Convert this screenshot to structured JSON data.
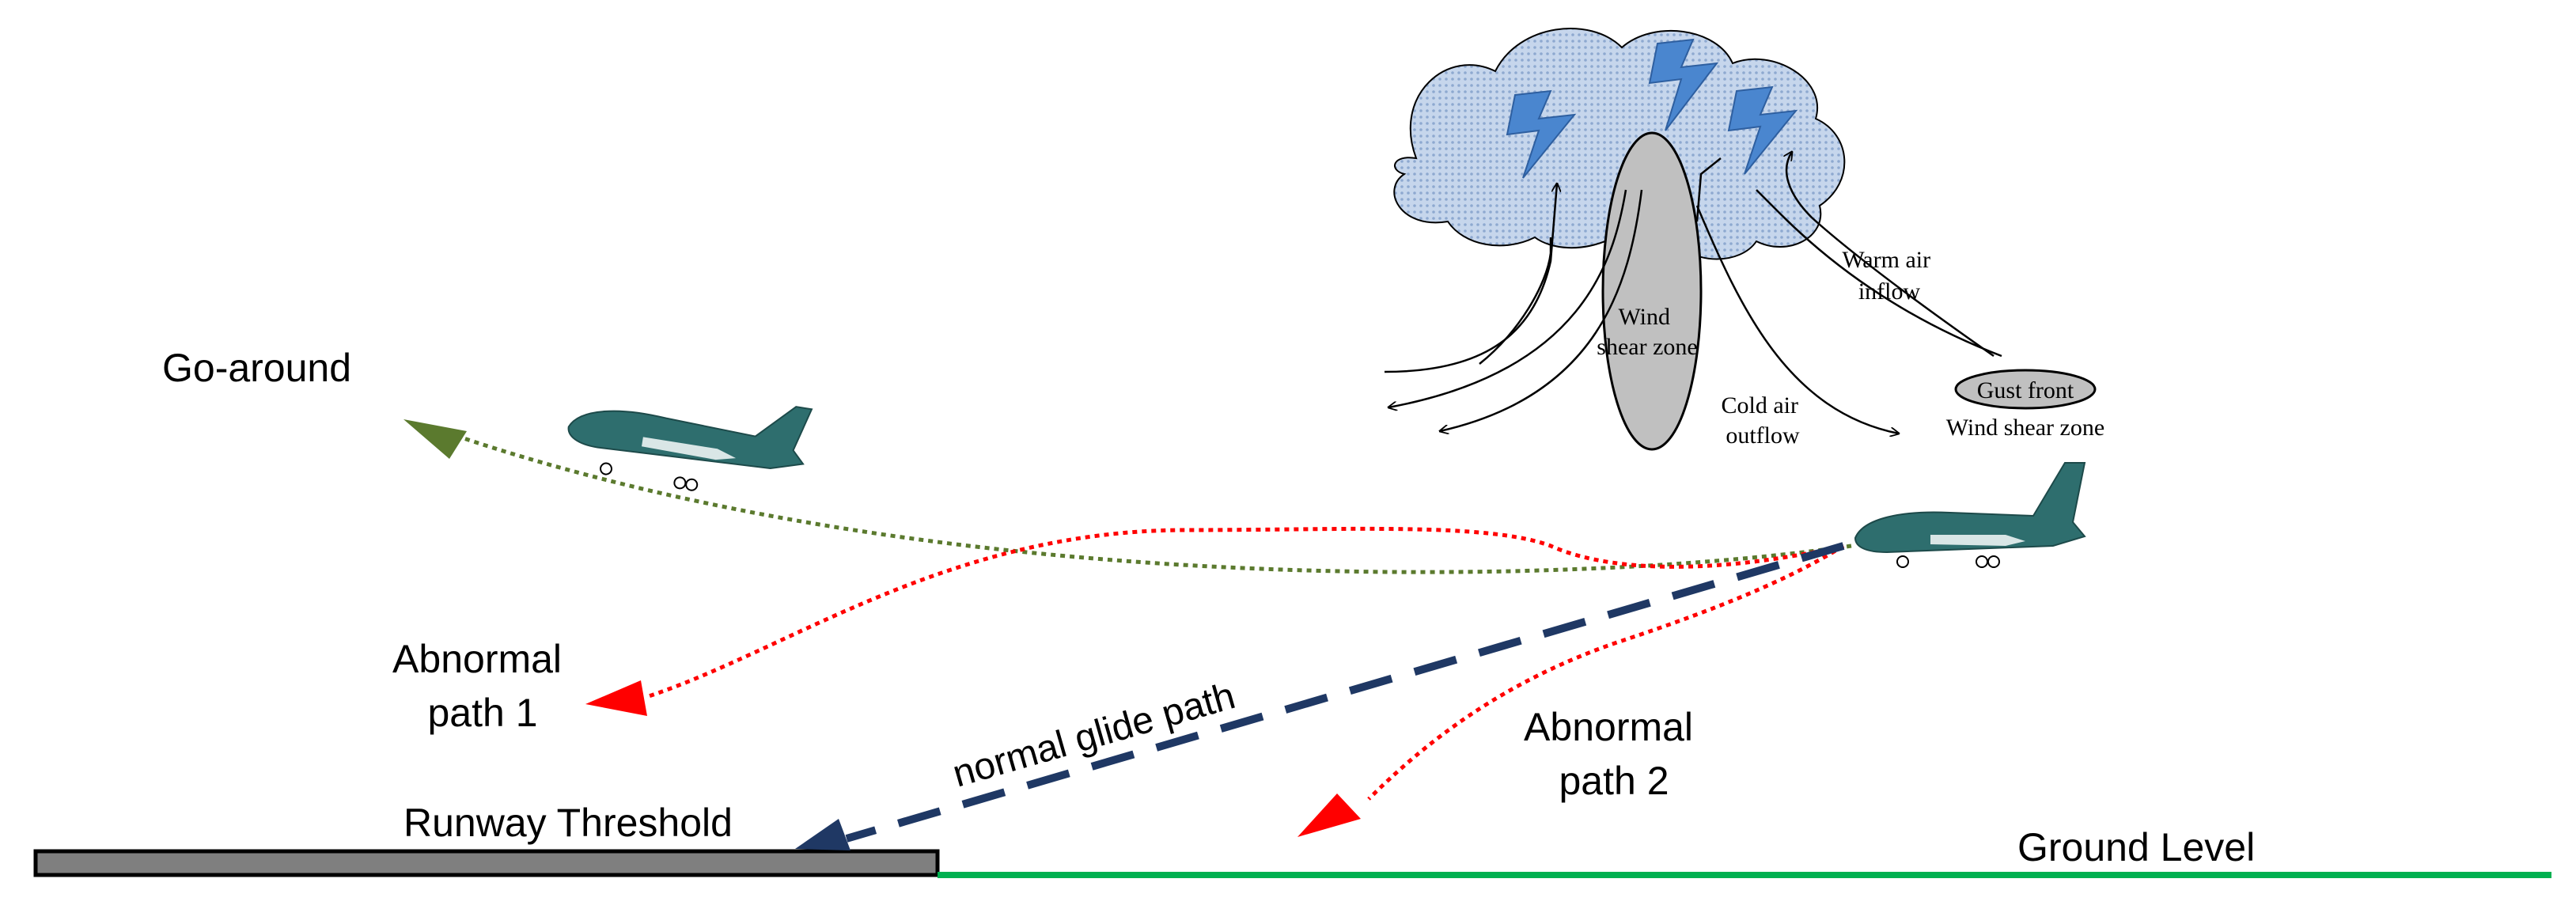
{
  "labels": {
    "go_around": "Go-around",
    "abnormal_path_1_line1": "Abnormal",
    "abnormal_path_1_line2": "path 1",
    "abnormal_path_2_line1": "Abnormal",
    "abnormal_path_2_line2": "path 2",
    "normal_glide_path": "normal glide path",
    "runway_threshold": "Runway Threshold",
    "ground_level": "Ground Level",
    "wind_shear_zone_line1": "Wind",
    "wind_shear_zone_line2": "shear zone",
    "cold_air_line1": "Cold air",
    "cold_air_line2": "outflow",
    "warm_air_line1": "Warm air",
    "warm_air_line2": "inflow",
    "gust_front": "Gust front",
    "gust_wind_shear_zone": "Wind shear zone"
  },
  "colors": {
    "go_around_path": "#5b7a2e",
    "abnormal_path": "#ff0000",
    "normal_glide_path": "#1f3864",
    "ground": "#00b050",
    "runway": "#7f7f7f",
    "cloud_fill": "#b8cce4",
    "lightning": "#4a86cf",
    "shear_zone": "#c0c0c0",
    "aircraft": "#2e6e6e"
  }
}
